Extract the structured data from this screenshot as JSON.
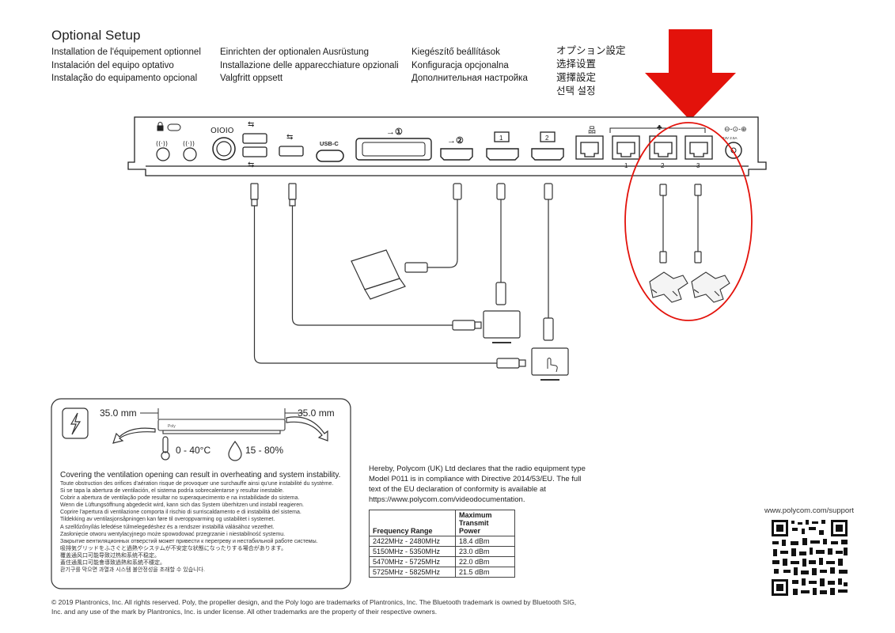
{
  "title": "Optional Setup",
  "translations": {
    "col1": [
      "Installation de l'équipement optionnel",
      "Instalación del equipo optativo",
      "Instalação do equipamento opcional"
    ],
    "col2": [
      "Einrichten der optionalen Ausrüstung",
      "Installazione delle apparecchiature opzionali",
      "Valgfritt oppsett"
    ],
    "col3": [
      "Kiegészítő beállítások",
      "Konfiguracja opcjonalna",
      "Дополнительная настройка"
    ],
    "col4": [
      "オプション設定",
      "选择设置",
      "選擇設定",
      "선택 설정"
    ]
  },
  "ports": {
    "usbc": "USB-C",
    "lan1": "1",
    "lan2": "2",
    "lan3": "3",
    "power": "24V 2.5A"
  },
  "ventilation": {
    "left_clearance": "35.0 mm",
    "right_clearance": "35.0 mm",
    "temperature": "0 - 40°C",
    "humidity": "15 - 80%",
    "device_brand": "Poly",
    "warning": "Covering the ventilation opening can result in overheating and system instability.",
    "warning_translations": [
      "Toute obstruction des orifices d'aération risque de provoquer une surchauffe ainsi qu'une instabilité du système.",
      "Si se tapa la abertura de ventilación, el sistema podría sobrecalentarse y resultar inestable.",
      "Cobrir a abertura de ventilação pode resultar no superaquecimento e na instabilidade do sistema.",
      "Wenn die Lüftungsöffnung abgedeckt wird, kann sich das System überhitzen und instabil reagieren.",
      "Coprire l'apertura di ventilazione comporta il rischio di surriscaldamento e di instabilità del sistema.",
      "Tildekking av ventilasjonsåpningen kan føre til overoppvarming og ustabilitet i systemet.",
      "A szellőzőnyílás lefedése túlmelegedéshez és a rendszer instabillá válásához vezethet.",
      "Zasłonięcie otworu wentylacyjnego może spowodować przegrzanie i niestabilność systemu.",
      "Закрытие вентиляционных отверстий может привести к перегреву и нестабильной работе системы.",
      "吸排気グリッドをふさぐと過熱やシステムが不安定な状態になったりする場合があります。",
      "覆盖通风口可能导致过热和系统不稳定。",
      "蓋住通風口可能會導致過熱和系統不穩定。",
      "환기구를 막으면 과열과 시스템 불안정성을 초래할 수 있습니다."
    ]
  },
  "declaration": [
    "Hereby, Polycom (UK) Ltd declares that the radio equipment type",
    "Model P011 is in compliance with Directive 2014/53/EU. The full",
    "text of the EU declaration of conformity is available at",
    "https://www.polycom.com/videodocumentation."
  ],
  "freq_table": {
    "headers": [
      "Frequency Range",
      "Maximum Transmit Power"
    ],
    "rows": [
      [
        "2422MHz - 2480MHz",
        "18.4 dBm"
      ],
      [
        "5150MHz - 5350MHz",
        "23.0 dBm"
      ],
      [
        "5470MHz - 5725MHz",
        "22.0 dBm"
      ],
      [
        "5725MHz - 5825MHz",
        "21.5 dBm"
      ]
    ]
  },
  "support_url": "www.polycom.com/support",
  "footer": [
    "© 2019 Plantronics, Inc. All rights reserved. Poly, the propeller design, and the Poly logo are trademarks of Plantronics, Inc. The Bluetooth trademark is owned by Bluetooth SIG,",
    "Inc. and any use of the mark by Plantronics, Inc. is under license. All other trademarks are the property of their respective owners."
  ],
  "colors": {
    "highlight_red": "#e3120b",
    "line": "#333333"
  }
}
